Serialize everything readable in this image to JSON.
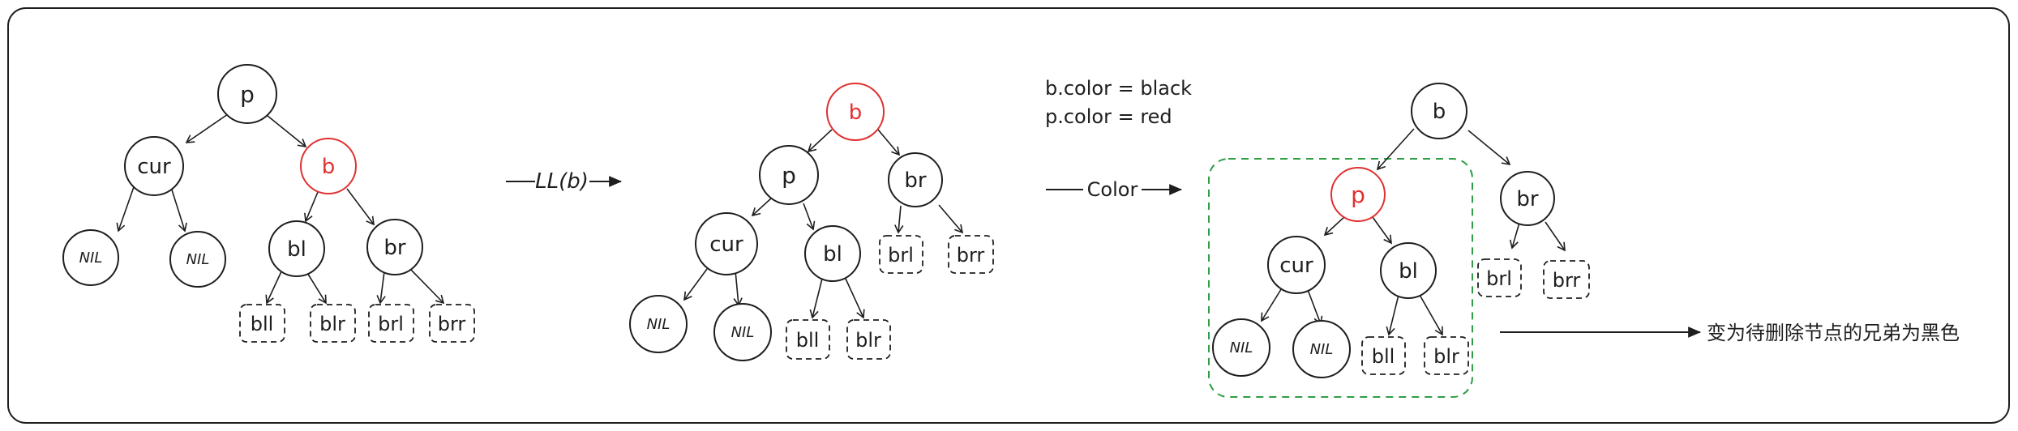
{
  "colors": {
    "ink": "#1e1e1e",
    "red": "#e03131",
    "green": "#2f9e44"
  },
  "diagram1": {
    "nodes": {
      "p": "p",
      "cur": "cur",
      "b": "b",
      "nil1": "NIL",
      "nil2": "NIL",
      "bl": "bl",
      "br": "br",
      "bll": "bll",
      "blr": "blr",
      "brl": "brl",
      "brr": "brr"
    }
  },
  "arrow1": {
    "label": "LL(b)"
  },
  "diagram2": {
    "nodes": {
      "b": "b",
      "p": "p",
      "br": "br",
      "cur": "cur",
      "bl": "bl",
      "brl": "brl",
      "brr": "brr",
      "nil1": "NIL",
      "nil2": "NIL",
      "bll": "bll",
      "blr": "blr"
    }
  },
  "color_note": {
    "line1": "b.color = black",
    "line2": "p.color = red"
  },
  "arrow2": {
    "label": "Color"
  },
  "diagram3": {
    "nodes": {
      "b": "b",
      "p": "p",
      "br": "br",
      "brl": "brl",
      "brr": "brr",
      "cur": "cur",
      "bl": "bl",
      "nil1": "NIL",
      "nil2": "NIL",
      "bll": "bll",
      "blr": "blr"
    }
  },
  "arrow3": {
    "label": "变为待删除节点的兄弟为黑色"
  }
}
